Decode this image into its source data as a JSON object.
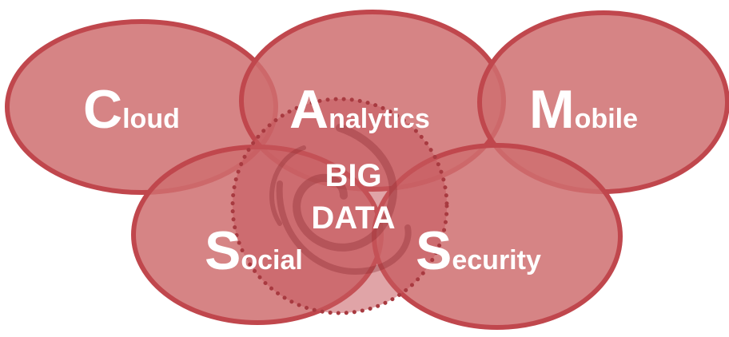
{
  "diagram": {
    "colors": {
      "fill": "#cf6f70",
      "stroke": "#c0474d",
      "text": "#ffffff",
      "hub_fill": "#c75a5e",
      "hub_dots": "#a83a40"
    },
    "circles": [
      {
        "id": "cloud",
        "initial": "C",
        "rest": "loud"
      },
      {
        "id": "analytics",
        "initial": "A",
        "rest": "nalytics"
      },
      {
        "id": "mobile",
        "initial": "M",
        "rest": "obile"
      },
      {
        "id": "social",
        "initial": "S",
        "rest": "ocial"
      },
      {
        "id": "security",
        "initial": "S",
        "rest": "ecurity"
      }
    ],
    "center": {
      "line1": "BIG",
      "line2": "DATA",
      "icon": "hub-swirl-icon"
    }
  }
}
